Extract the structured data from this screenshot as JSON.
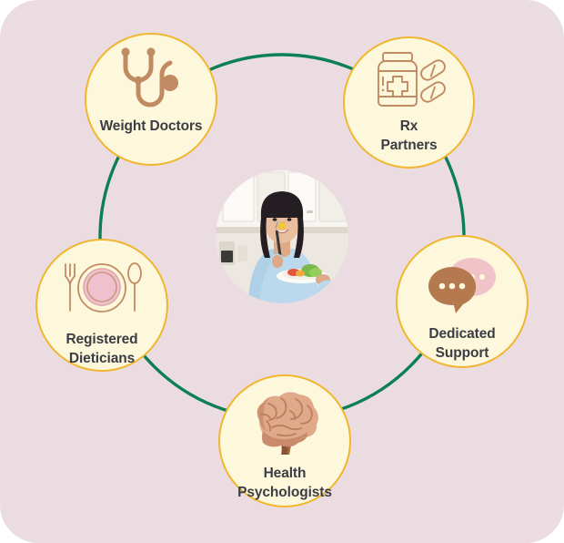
{
  "diagram": {
    "title": "Care team circle",
    "background_color": "#EBDCE1",
    "ring_color": "#00795170",
    "node_fill_color": "#FDF8DC",
    "node_border_color": "#F0B62E",
    "label_color": "#3C3C44",
    "icon_color": "#C08B62"
  },
  "center": {
    "photo_alt": "Woman in light blue t-shirt eating a salad in a kitchen",
    "shirt_color": "#B8D6EA",
    "hair_color": "#241D22",
    "skin_color": "#E8BB9B"
  },
  "nodes": [
    {
      "id": "weight-doctors",
      "label": "Weight Doctors",
      "icon": "stethoscope-icon"
    },
    {
      "id": "rx-partners",
      "label": "Rx\nPartners",
      "icon": "pill-bottle-icon"
    },
    {
      "id": "dedicated-support",
      "label": "Dedicated\nSupport",
      "icon": "chat-bubbles-icon"
    },
    {
      "id": "health-psychologists",
      "label": "Health\nPsychologists",
      "icon": "brain-icon"
    },
    {
      "id": "registered-dieticians",
      "label": "Registered\nDieticians",
      "icon": "plate-cutlery-icon"
    }
  ]
}
